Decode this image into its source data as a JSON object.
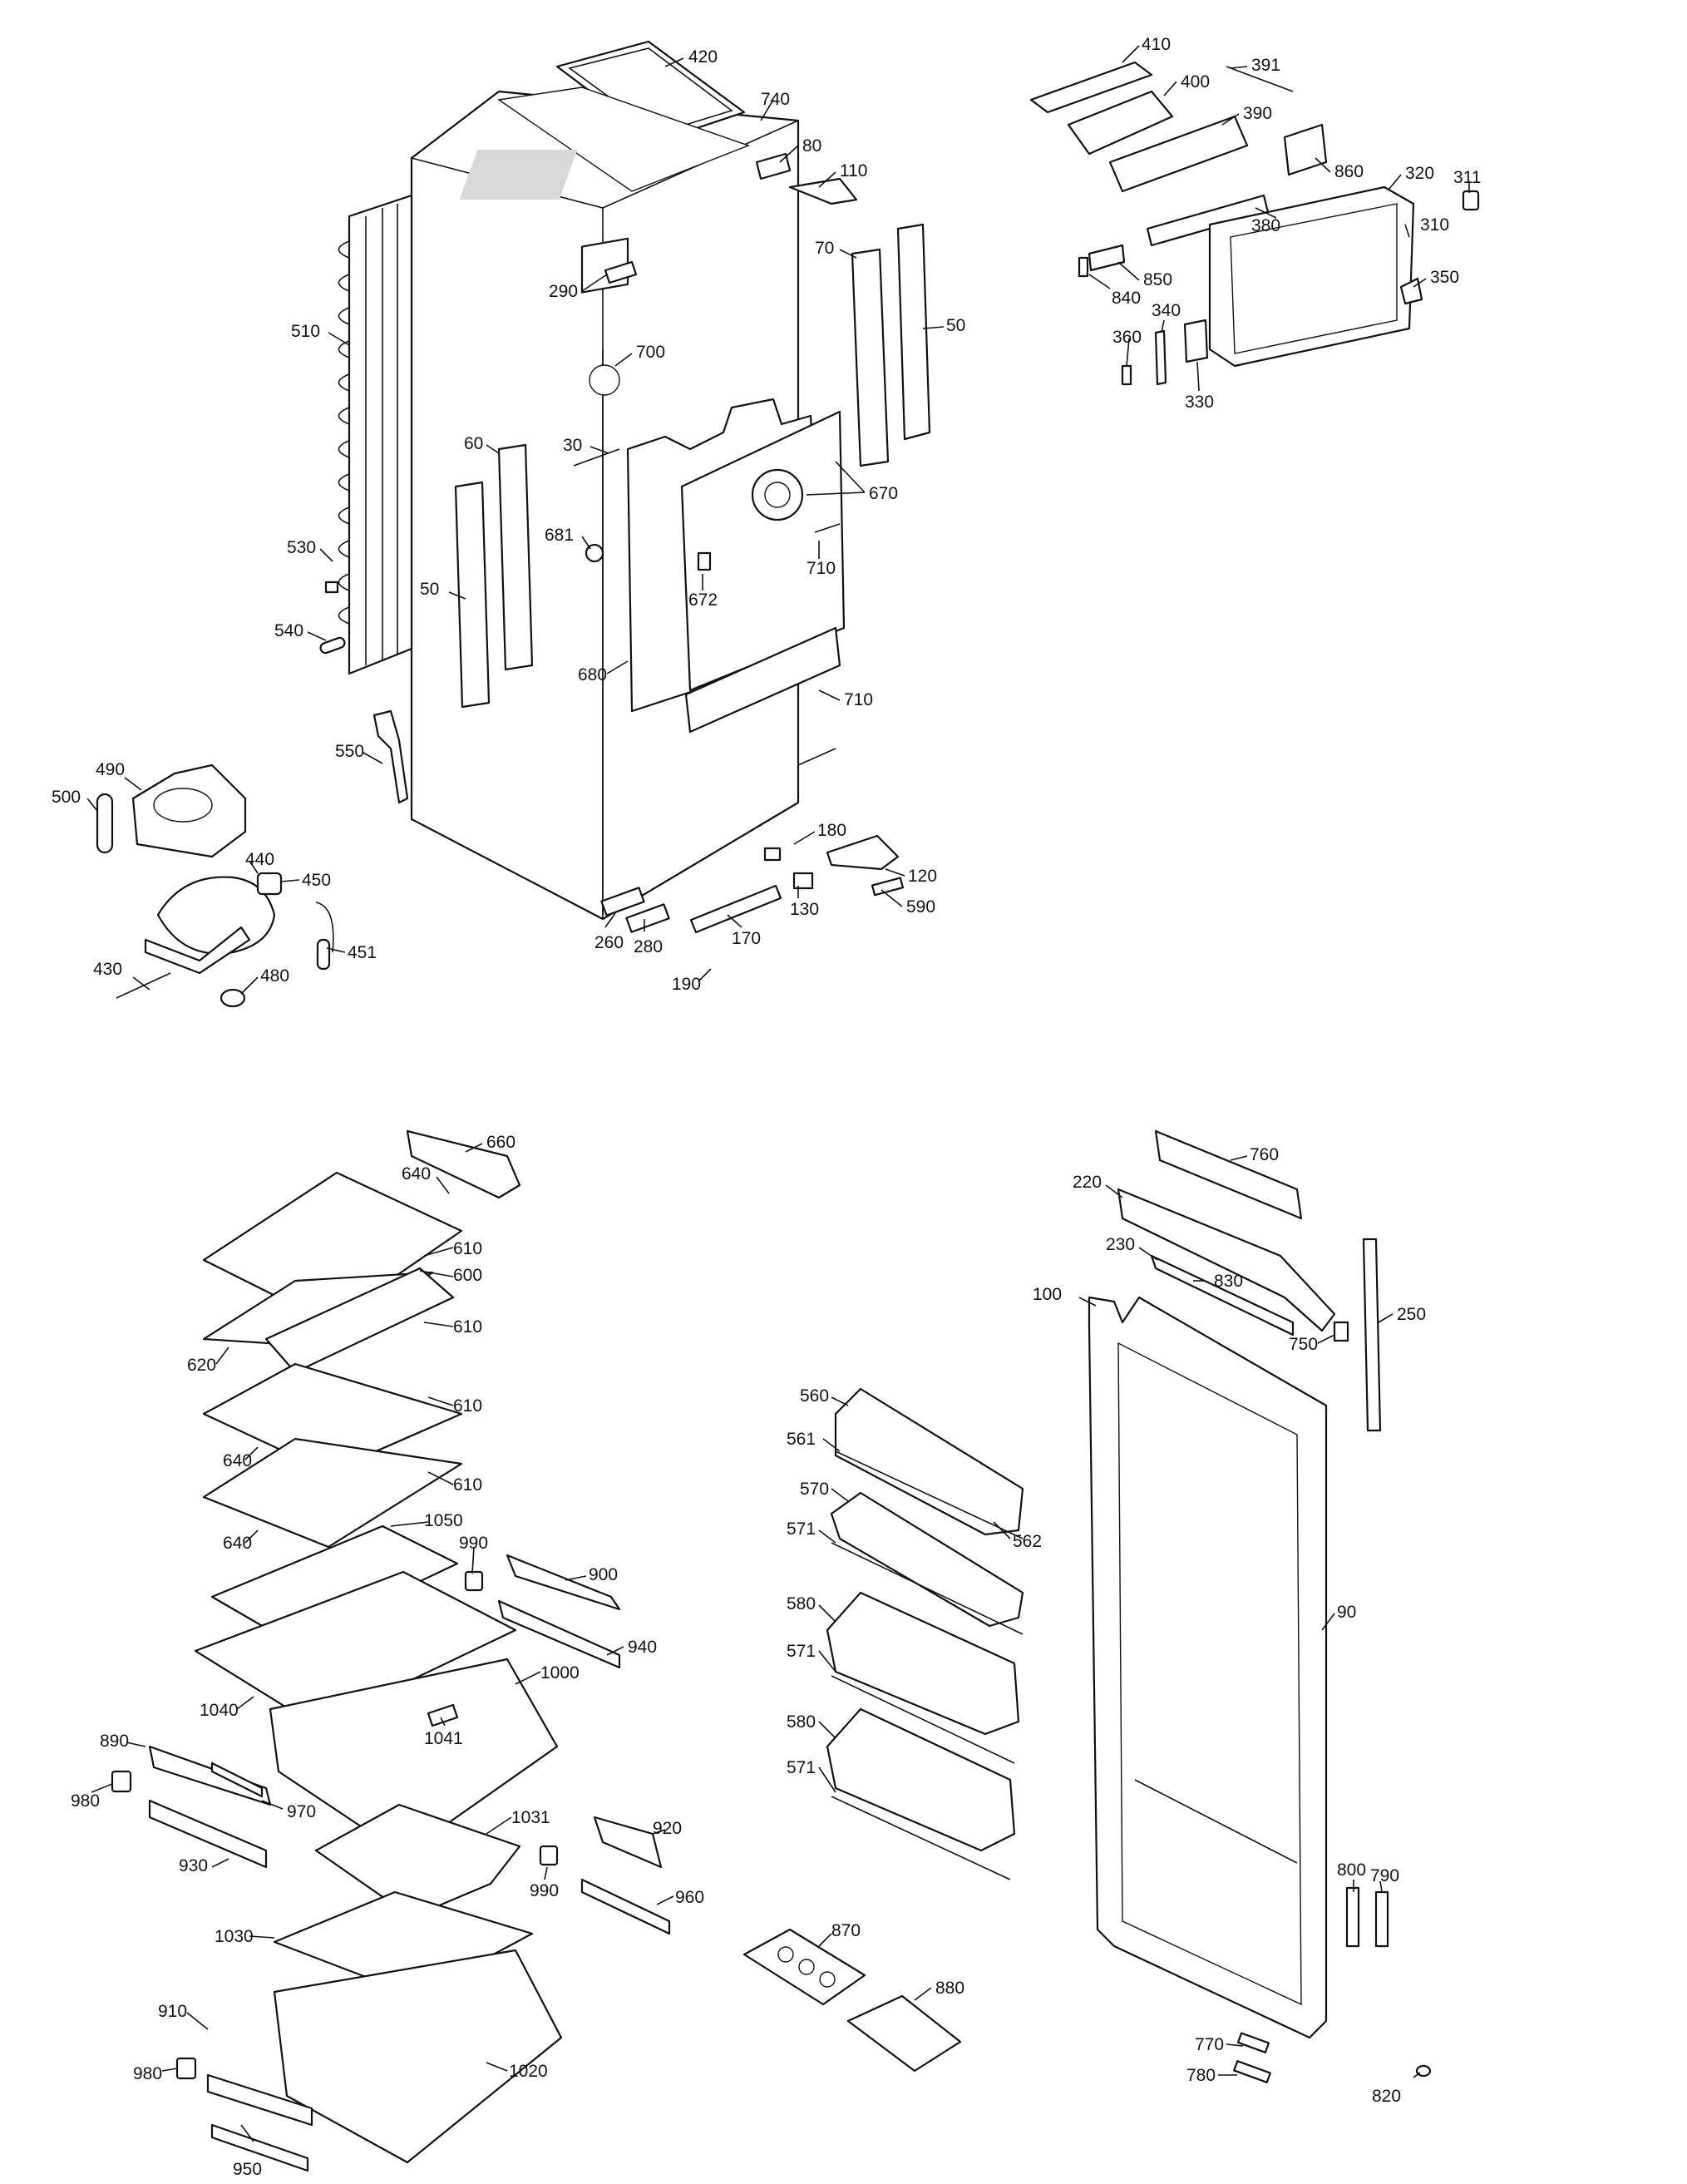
{
  "labels": {
    "top_left": [
      "420",
      "740",
      "80",
      "110",
      "290",
      "70",
      "50",
      "510",
      "700",
      "60",
      "30",
      "670",
      "681",
      "710",
      "672",
      "530",
      "50",
      "540",
      "680",
      "710",
      "550",
      "490",
      "500",
      "440",
      "450",
      "180",
      "120",
      "130",
      "590",
      "451",
      "260",
      "280",
      "170",
      "430",
      "480",
      "190"
    ],
    "top_right": [
      "410",
      "391",
      "400",
      "390",
      "860",
      "320",
      "311",
      "380",
      "310",
      "850",
      "840",
      "350",
      "340",
      "360",
      "330"
    ],
    "bottom_left": [
      "660",
      "640",
      "610",
      "600",
      "610",
      "620",
      "610",
      "640",
      "610",
      "640",
      "1050",
      "990",
      "900",
      "940",
      "1000",
      "1040",
      "1041",
      "890",
      "970",
      "980",
      "930",
      "1031",
      "920",
      "990",
      "960",
      "1030",
      "910",
      "980",
      "1020",
      "950"
    ],
    "bottom_mid": [
      "560",
      "561",
      "562",
      "570",
      "571",
      "580",
      "571",
      "580",
      "571",
      "870",
      "880"
    ],
    "bottom_right": [
      "760",
      "220",
      "230",
      "830",
      "100",
      "750",
      "250",
      "90",
      "800",
      "790",
      "770",
      "780",
      "820"
    ]
  }
}
